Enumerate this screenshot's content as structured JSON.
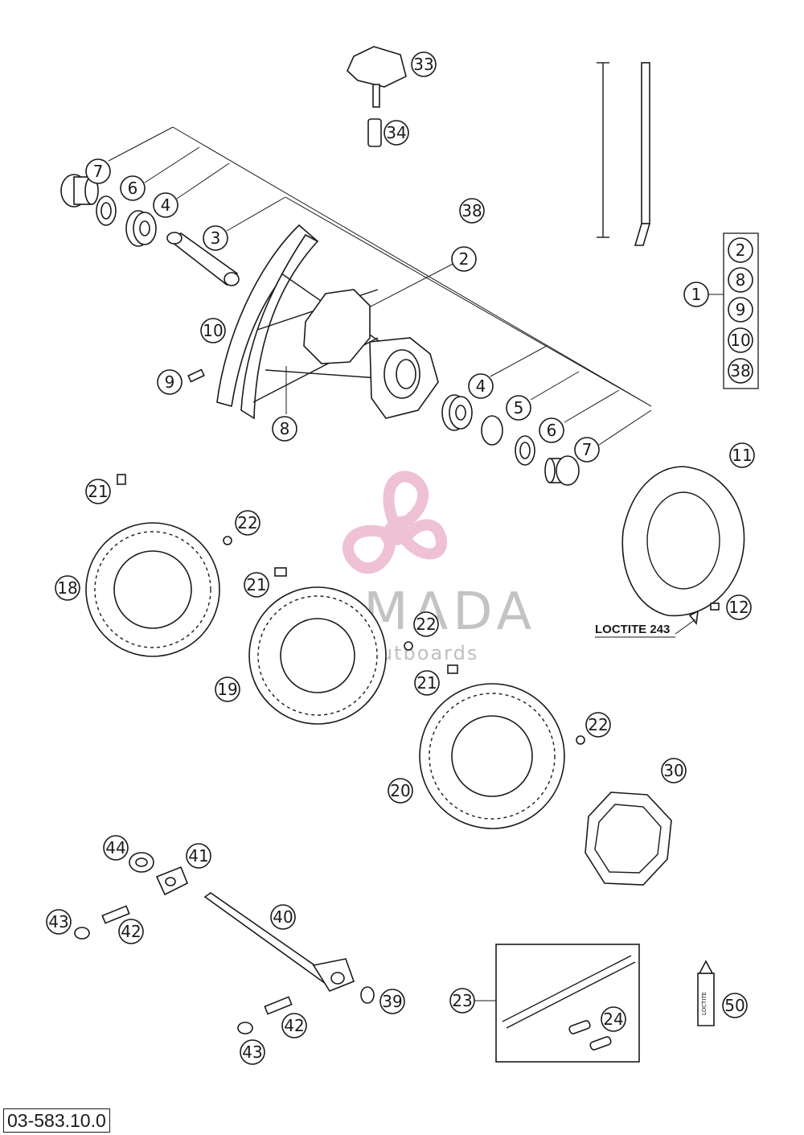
{
  "diagram": {
    "document_number": "03-583.10.0",
    "loctite_label": "LOCTITE 243",
    "watermark": {
      "brand": "ARMADA",
      "tagline": "marine outboards"
    },
    "kit_group": {
      "main": "1",
      "members": [
        "2",
        "8",
        "9",
        "10",
        "38"
      ]
    },
    "callouts": [
      "33",
      "34",
      "7",
      "6",
      "4",
      "3",
      "38",
      "2",
      "10",
      "9",
      "8",
      "4",
      "5",
      "6",
      "7",
      "21",
      "22",
      "18",
      "11",
      "21",
      "12",
      "22",
      "19",
      "21",
      "22",
      "20",
      "30",
      "44",
      "41",
      "43",
      "42",
      "40",
      "39",
      "42",
      "43",
      "23",
      "24",
      "50"
    ],
    "chain_tube_label": "LOCTITE"
  }
}
